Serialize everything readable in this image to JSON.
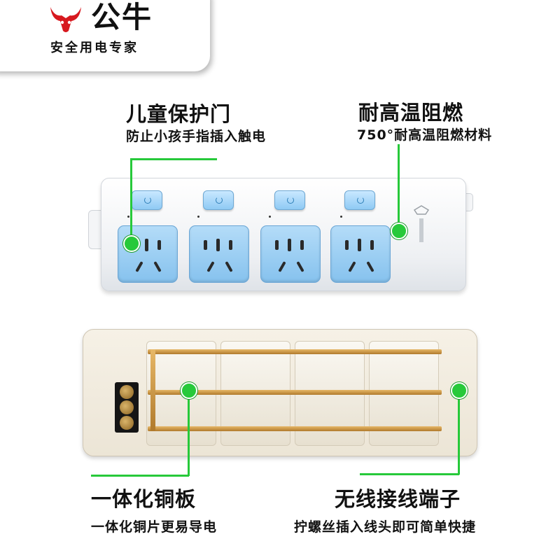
{
  "brand": {
    "name": "公牛",
    "slogan": "安全用电专家",
    "logo_icon": "bull-head-icon",
    "accent_color": "#d7191f"
  },
  "features": {
    "child_door": {
      "title": "儿童保护门",
      "subtitle": "防止小孩手指插入触电"
    },
    "flame_retardant": {
      "title": "耐高温阻燃",
      "subtitle": "750°耐高温阻燃材料"
    },
    "copper_plate": {
      "title": "一体化铜板",
      "subtitle": "一体化铜片更易导电"
    },
    "terminal": {
      "title": "无线接线端子",
      "subtitle": "拧螺丝插入线头即可简单快捷"
    }
  },
  "colors": {
    "leader_line": "#27c93a",
    "outlet_blue": "#9fd0f4",
    "copper": "#c8923f"
  },
  "product": {
    "outlet_count": 4,
    "strip_logo_icon": "bull-logo-icon"
  }
}
